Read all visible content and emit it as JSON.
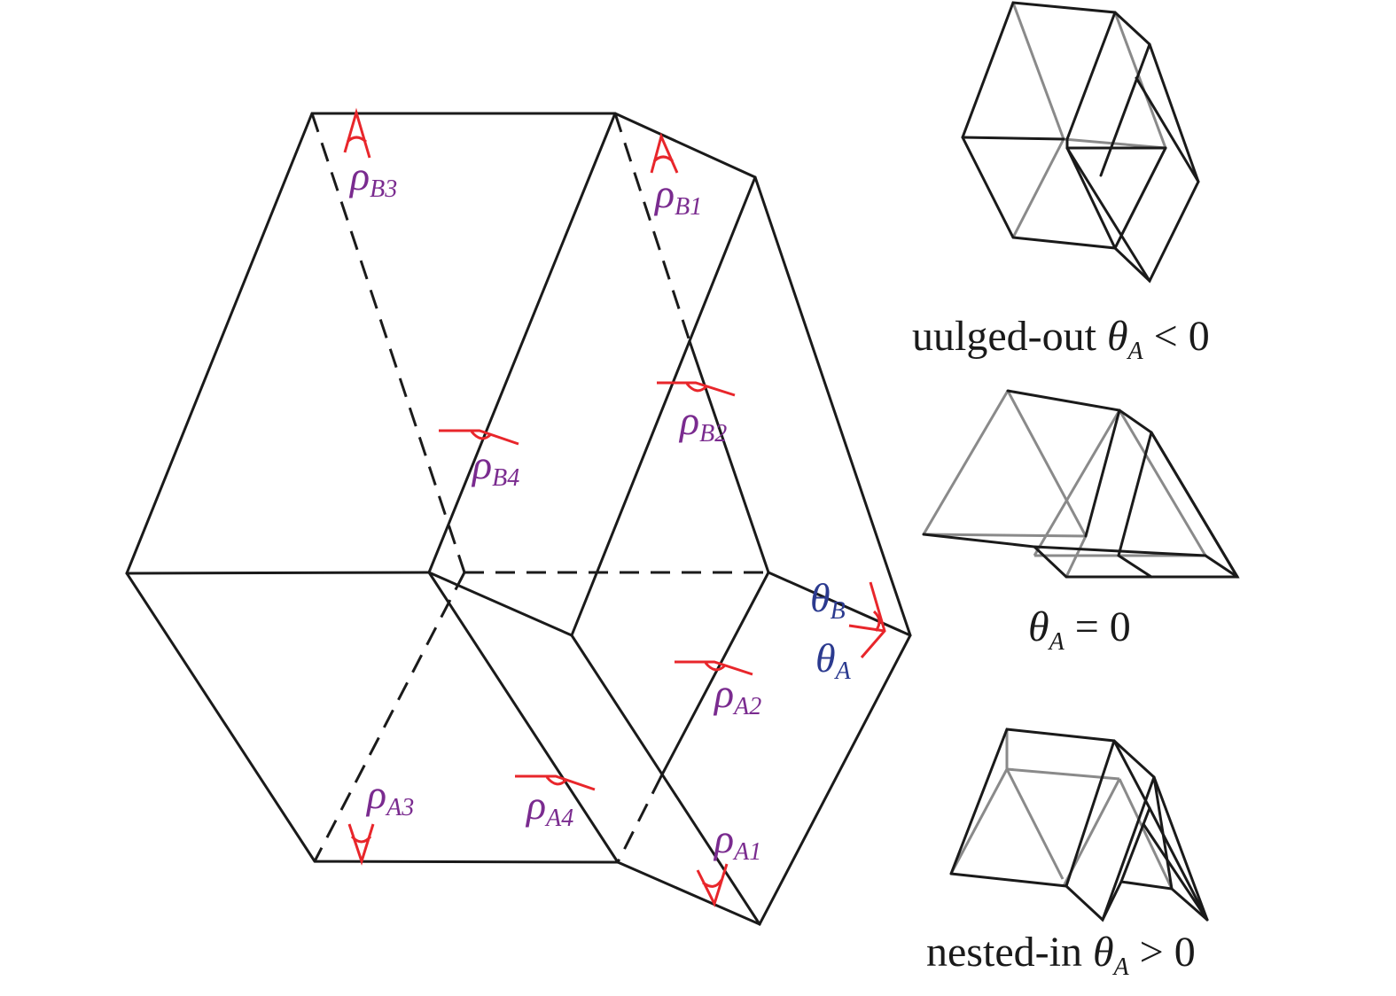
{
  "colors": {
    "edge": "#1a1a1a",
    "hidden_edge": "#1a1a1a",
    "gray_edge": "#8a8a8a",
    "angle_mark": "#e8262b",
    "rho_label": "#7a2b8f",
    "theta_label": "#2b3a8f"
  },
  "angle_labels": {
    "rho_b3": {
      "symbol": "ρ",
      "sub": "B3"
    },
    "rho_b1": {
      "symbol": "ρ",
      "sub": "B1"
    },
    "rho_b4": {
      "symbol": "ρ",
      "sub": "B4"
    },
    "rho_b2": {
      "symbol": "ρ",
      "sub": "B2"
    },
    "rho_a2": {
      "symbol": "ρ",
      "sub": "A2"
    },
    "rho_a3": {
      "symbol": "ρ",
      "sub": "A3"
    },
    "rho_a4": {
      "symbol": "ρ",
      "sub": "A4"
    },
    "rho_a1": {
      "symbol": "ρ",
      "sub": "A1"
    },
    "theta_b": {
      "symbol": "θ",
      "sub": "B"
    },
    "theta_a": {
      "symbol": "θ",
      "sub": "A"
    }
  },
  "captions": {
    "bulged": {
      "prefix": "uulged-out ",
      "symbol": "θ",
      "sub": "A",
      "suffix": " < 0"
    },
    "flat": {
      "prefix": "",
      "symbol": "θ",
      "sub": "A",
      "suffix": " = 0"
    },
    "nested": {
      "prefix": "nested-in ",
      "symbol": "θ",
      "sub": "A",
      "suffix": " > 0"
    }
  }
}
